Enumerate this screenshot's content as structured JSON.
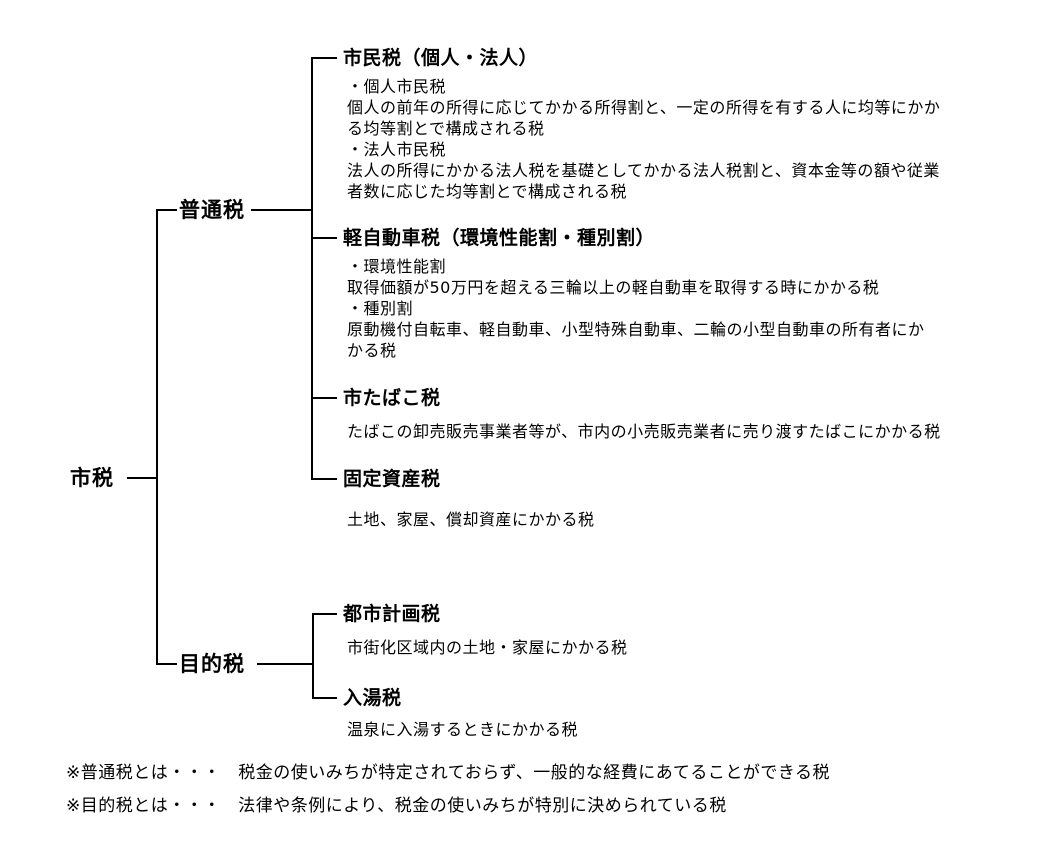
{
  "tree": {
    "root": {
      "label": "市税"
    },
    "branches": [
      {
        "label": "普通税",
        "children": [
          {
            "title": "市民税（個人・法人）",
            "desc": "・個人市民税\n個人の前年の所得に応じてかかる所得割と、一定の所得を有する人に均等にかか\nる均等割とで構成される税\n・法人市民税\n法人の所得にかかる法人税を基礎としてかかる法人税割と、資本金等の額や従業\n者数に応じた均等割とで構成される税"
          },
          {
            "title": "軽自動車税（環境性能割・種別割）",
            "desc": "・環境性能割\n取得価額が50万円を超える三輪以上の軽自動車を取得する時にかかる税\n・種別割\n原動機付自転車、軽自動車、小型特殊自動車、二輪の小型自動車の所有者にか\nかる税"
          },
          {
            "title": "市たばこ税",
            "desc": "たばこの卸売販売事業者等が、市内の小売販売業者に売り渡すたばこにかかる税"
          },
          {
            "title": "固定資産税",
            "desc": "土地、家屋、償却資産にかかる税"
          }
        ]
      },
      {
        "label": "目的税",
        "children": [
          {
            "title": "都市計画税",
            "desc": "市街化区域内の土地・家屋にかかる税"
          },
          {
            "title": "入湯税",
            "desc": "温泉に入湯するときにかかる税"
          }
        ]
      }
    ],
    "footnotes": [
      "※普通税とは・・・　税金の使いみちが特定されておらず、一般的な経費にあてることができる税",
      "※目的税とは・・・　法律や条例により、税金の使いみちが特別に決められている税"
    ],
    "colors": {
      "line": "#000000",
      "text": "#000000",
      "background": "#ffffff"
    }
  }
}
